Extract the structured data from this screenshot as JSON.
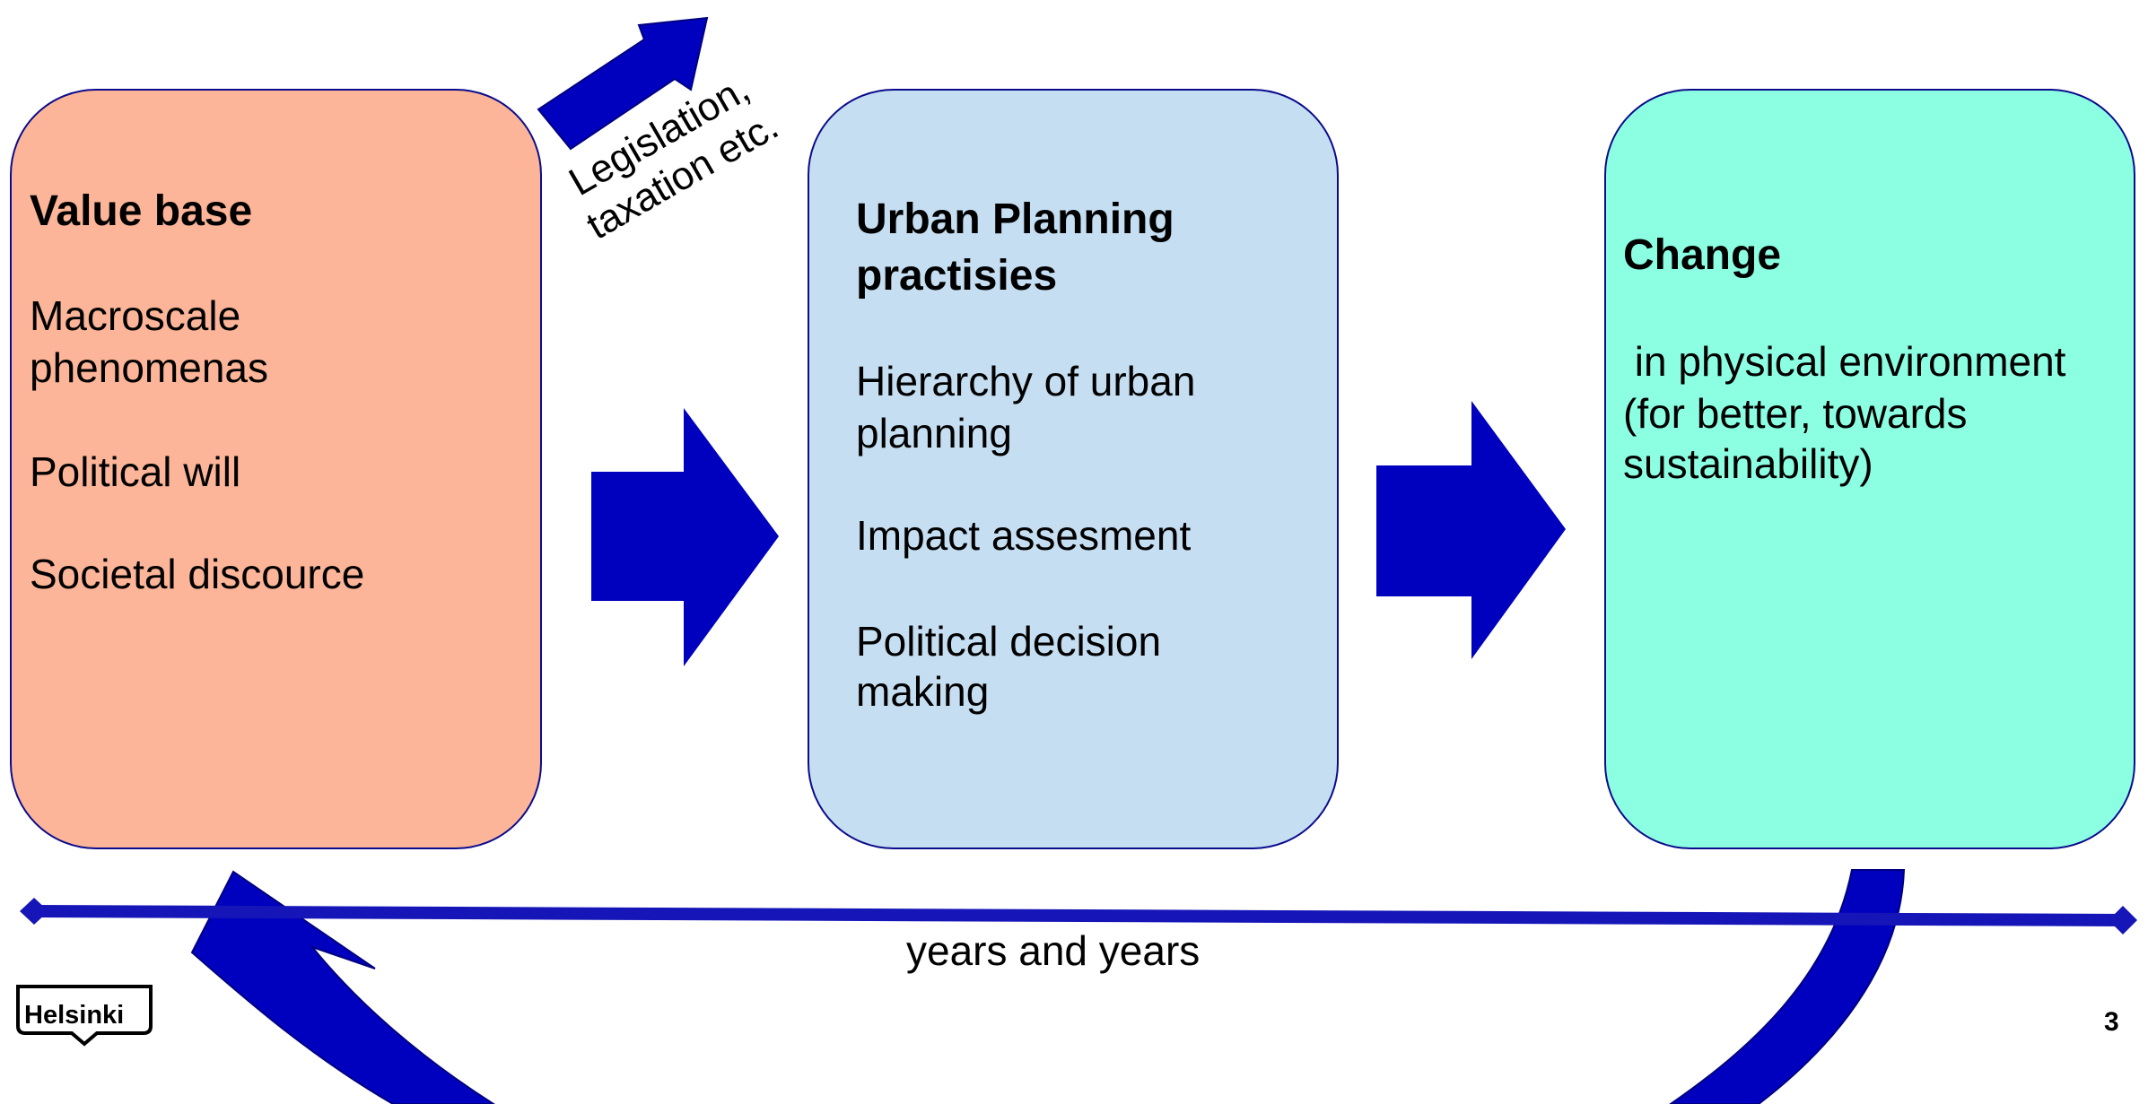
{
  "colors": {
    "arrow_blue": "#0000bf",
    "outline_navy": "#0b0b8c",
    "value_base_fill": "#fcb598",
    "urban_planning_fill": "#c5def1",
    "change_fill": "#8cffe3",
    "timeline_blue": "#1515b8"
  },
  "boxes": {
    "value_base": {
      "title": "Value base",
      "lines": [
        "Macroscale",
        "phenomenas",
        "Political will",
        "Societal discource"
      ]
    },
    "urban_planning": {
      "title_line1": "Urban Planning",
      "title_line2": "practisies",
      "lines": [
        "Hierarchy of urban",
        "planning",
        "Impact assesment",
        "Political decision",
        "making"
      ]
    },
    "change": {
      "title": "Change",
      "lines": [
        " in physical environment",
        "(for better, towards",
        "sustainability)"
      ]
    }
  },
  "arrow_label": {
    "line1": "Legislation,",
    "line2": "taxation etc."
  },
  "timeline": {
    "label": "years and years"
  },
  "footer": {
    "logo_text": "Helsinki",
    "page_number": "3"
  }
}
